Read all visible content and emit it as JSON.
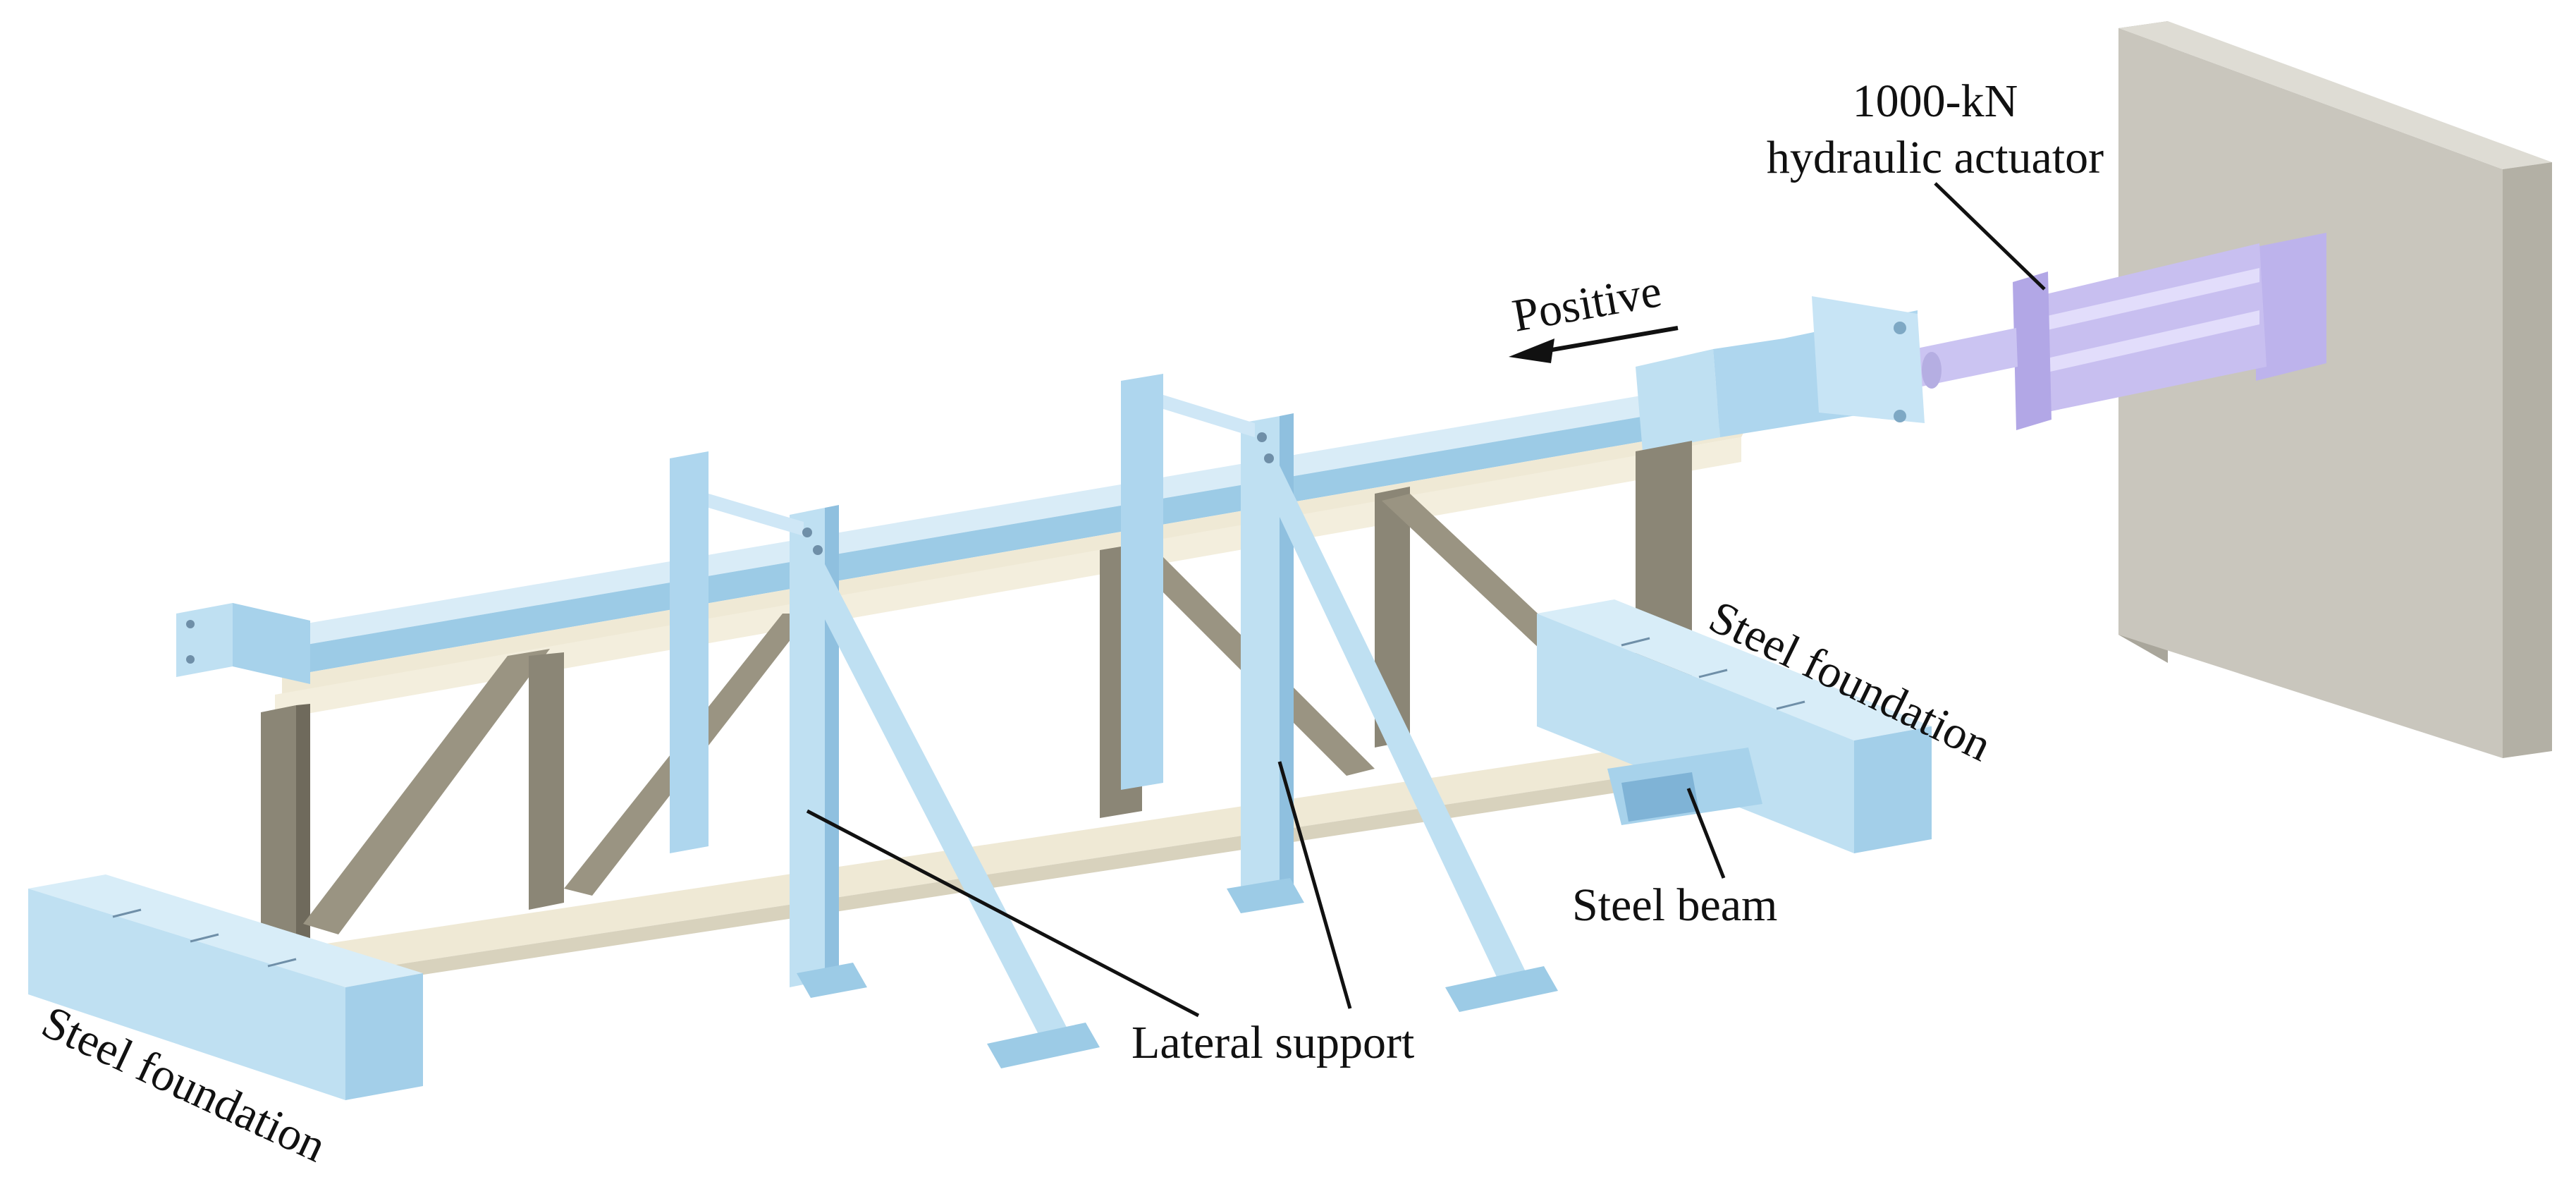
{
  "labels": {
    "actuator_line1": "1000-kN",
    "actuator_line2": "hydraulic actuator",
    "positive": "Positive",
    "steel_foundation_right": "Steel foundation",
    "steel_foundation_left": "Steel foundation",
    "steel_beam": "Steel beam",
    "lateral_support": "Lateral support"
  },
  "colors": {
    "steel_blue": "#bfe0f2",
    "steel_blue_dark": "#8fc0df",
    "specimen_grey": "#8b8676",
    "specimen_grey_light": "#b8b2a0",
    "slab": "#f1ecdb",
    "wall": "#bcbab2",
    "actuator": "#c8c0ee"
  }
}
